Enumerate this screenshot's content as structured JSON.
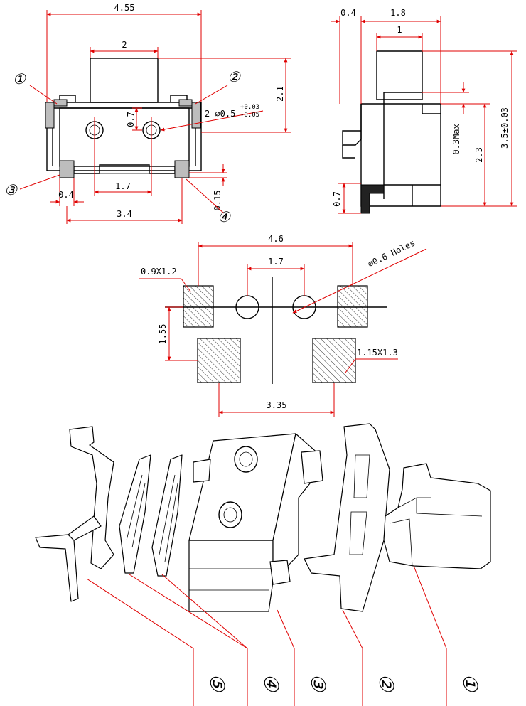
{
  "front_view": {
    "width": "4.55",
    "actuator_width": "2",
    "height": "2.1",
    "post_height": "0.7",
    "holes": "2-∅0.5",
    "hole_tol_plus": "+0.03",
    "hole_tol_minus": "-0.05",
    "terminal_width": "0.4",
    "post_spacing": "1.7",
    "terminal_span": "3.4",
    "terminal_thickness": "0.15",
    "callout_1": "①",
    "callout_2": "②",
    "callout_3": "③",
    "callout_4": "④"
  },
  "side_view": {
    "offset": "0.4",
    "depth": "1.8",
    "actuator_depth": "1",
    "stroke": "0.3Max",
    "body_height": "2.3",
    "total_height": "3.5±0.03",
    "terminal_height": "0.7"
  },
  "pcb_layout": {
    "pad_span": "4.6",
    "small_pad": "0.9X1.2",
    "hole_spacing": "1.7",
    "hole_size": "∅0.6 Holes",
    "row_pitch": "1.55",
    "large_pad": "1.15X1.3",
    "large_pad_span": "3.35"
  },
  "exploded_view": {
    "label_1": "①",
    "label_2": "②",
    "label_3": "③",
    "label_4": "④",
    "label_5": "⑤"
  }
}
